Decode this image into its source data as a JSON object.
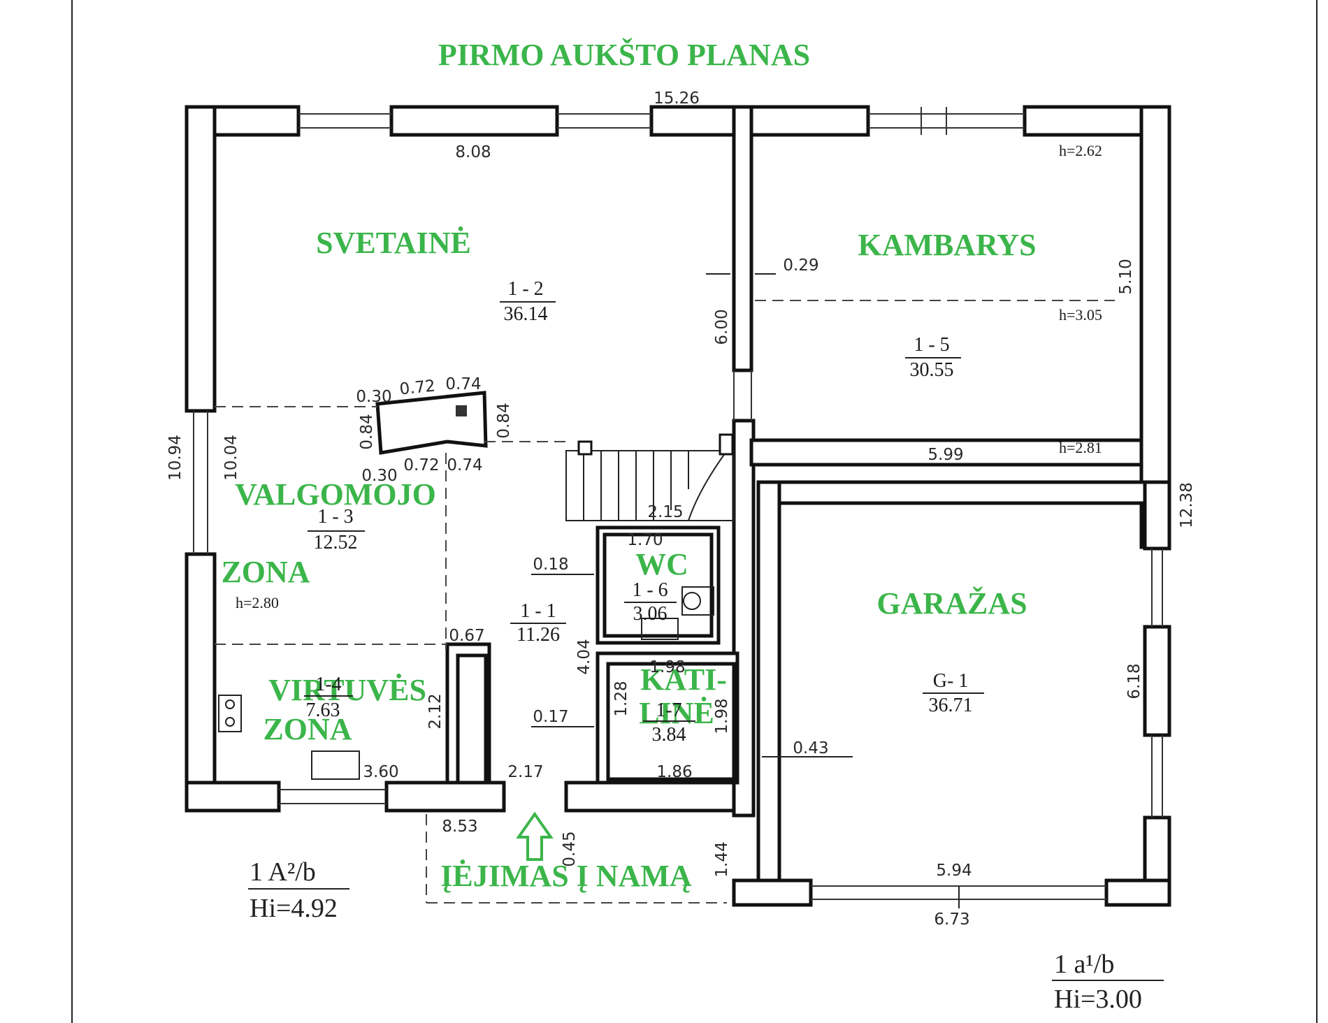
{
  "title": "PIRMO AUKŠTO PLANAS",
  "colors": {
    "label": "#3bb54a",
    "wall": "#111111",
    "line": "#444444"
  },
  "rooms": [
    {
      "id": "svetaine",
      "name": "SVETAINĖ",
      "number": "1 - 2",
      "area": "36.14"
    },
    {
      "id": "kambarys",
      "name": "KAMBARYS",
      "number": "1 - 5",
      "area": "30.55"
    },
    {
      "id": "valgomojo",
      "name_line1": "VALGOMOJO",
      "name_line2": "ZONA",
      "number": "1 - 3",
      "area": "12.52"
    },
    {
      "id": "wc",
      "name": "WC",
      "number": "1 - 6",
      "area": "3.06"
    },
    {
      "id": "koridorius",
      "number": "1 - 1",
      "area": "11.26"
    },
    {
      "id": "garazas",
      "name": "GARAŽAS",
      "number": "G- 1",
      "area": "36.71"
    },
    {
      "id": "virtuves",
      "name_line1": "VIRTUVĖS",
      "name_line2": "ZONA",
      "number": "1-4",
      "area": "7.63"
    },
    {
      "id": "katiline",
      "name_line1": "KATI-",
      "name_line2": "LINĖ",
      "number": "1-7",
      "area": "3.84"
    }
  ],
  "entrance_label": "ĮĖJIMAS Į NAMĄ",
  "heights": [
    "h=2.62",
    "h=3.05",
    "h=2.81",
    "h=2.80"
  ],
  "dimensions": {
    "d_15_26": "15.26",
    "d_8_08": "8.08",
    "d_0_29": "0.29",
    "d_5_10": "5.10",
    "d_6_00": "6.00",
    "d_10_94": "10.94",
    "d_10_04": "10.04",
    "d_0_30a": "0.30",
    "d_0_72a": "0.72",
    "d_0_74a": "0.74",
    "d_0_84a": "0.84",
    "d_0_84b": "0.84",
    "d_0_30b": "0.30",
    "d_0_72b": "0.72",
    "d_0_74b": "0.74",
    "d_5_99": "5.99",
    "d_12_38": "12.38",
    "d_2_15": "2.15",
    "d_1_70": "1.70",
    "d_0_18": "0.18",
    "d_0_67": "0.67",
    "d_4_04": "4.04",
    "d_1_98a": "1.98",
    "d_1_28": "1.28",
    "d_0_17": "0.17",
    "d_1_98b": "1.98",
    "d_2_12": "2.12",
    "d_3_60": "3.60",
    "d_2_17": "2.17",
    "d_1_86": "1.86",
    "d_0_43": "0.43",
    "d_6_18": "6.18",
    "d_8_53": "8.53",
    "d_0_45": "0.45",
    "d_1_44": "1.44",
    "d_5_94": "5.94",
    "d_6_73": "6.73"
  },
  "stamps": {
    "left_line1": "1  A²/b",
    "left_line2": "Hi=4.92",
    "right_line1": "1  a¹/b",
    "right_line2": "Hi=3.00"
  }
}
